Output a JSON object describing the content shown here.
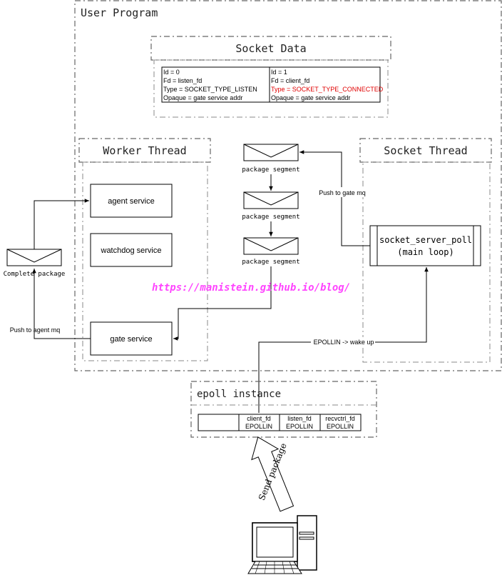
{
  "diagram": {
    "user_program": "User Program",
    "socket_data": {
      "title": "Socket Data",
      "left_entry": [
        "Id = 0",
        "Fd = listen_fd",
        "Type = SOCKET_TYPE_LISTEN",
        "Opaque = gate service addr"
      ],
      "right_entry": [
        "Id = 1",
        "Fd = client_fd",
        "Type = SOCKET_TYPE_CONNECTED",
        "Opaque = gate service addr"
      ]
    },
    "worker_thread": {
      "title": "Worker Thread",
      "agent": "agent service",
      "watchdog": "watchdog service",
      "gate": "gate service"
    },
    "socket_thread": {
      "title": "Socket Thread",
      "poll_line1": "socket_server_poll",
      "poll_line2": "(main loop)"
    },
    "segments": [
      "package segment",
      "package segment",
      "package segment"
    ],
    "complete_package": "Complete package",
    "push_agent": "Push to agent mq",
    "push_gate": "Push to gate mq",
    "epollin_wake": "EPOLLIN -> wake up",
    "watermark": "https://manistein.github.io/blog/",
    "epoll": {
      "title": "epoll instance",
      "cells": [
        {
          "fd": "client_fd",
          "ev": "EPOLLIN"
        },
        {
          "fd": "listen_fd",
          "ev": "EPOLLIN"
        },
        {
          "fd": "recvctrl_fd",
          "ev": "EPOLLIN"
        }
      ]
    },
    "send_package": "Send package",
    "colors": {
      "highlight": "#e00000",
      "watermark": "#ff44ff",
      "stroke": "#000000",
      "dash": "#777777"
    }
  }
}
